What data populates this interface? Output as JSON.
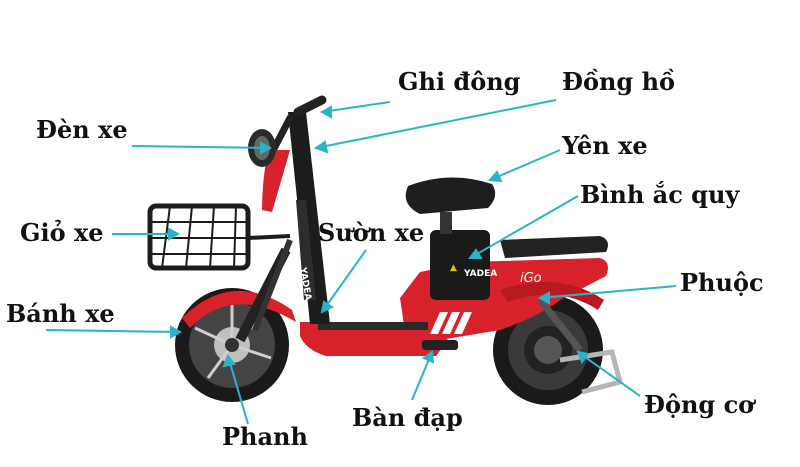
{
  "labels": {
    "ghi_dong": "Ghi đông",
    "dong_ho": "Đồng hồ",
    "den_xe": "Đèn xe",
    "yen_xe": "Yên xe",
    "binh_ac_quy": "Bình ắc quy",
    "gio_xe": "Giỏ xe",
    "suon_xe": "Sườn xe",
    "phuoc": "Phuộc",
    "banh_xe": "Bánh xe",
    "dong_co": "Động cơ",
    "ban_dap": "Bàn đạp",
    "phanh": "Phanh"
  },
  "bike_branding": {
    "brand": "YADEA",
    "model": "iGo"
  },
  "colors": {
    "leader_line": "#2bb3c9",
    "body_red": "#d8222b",
    "frame_black": "#1c1c1c",
    "label_text": "#111111"
  }
}
